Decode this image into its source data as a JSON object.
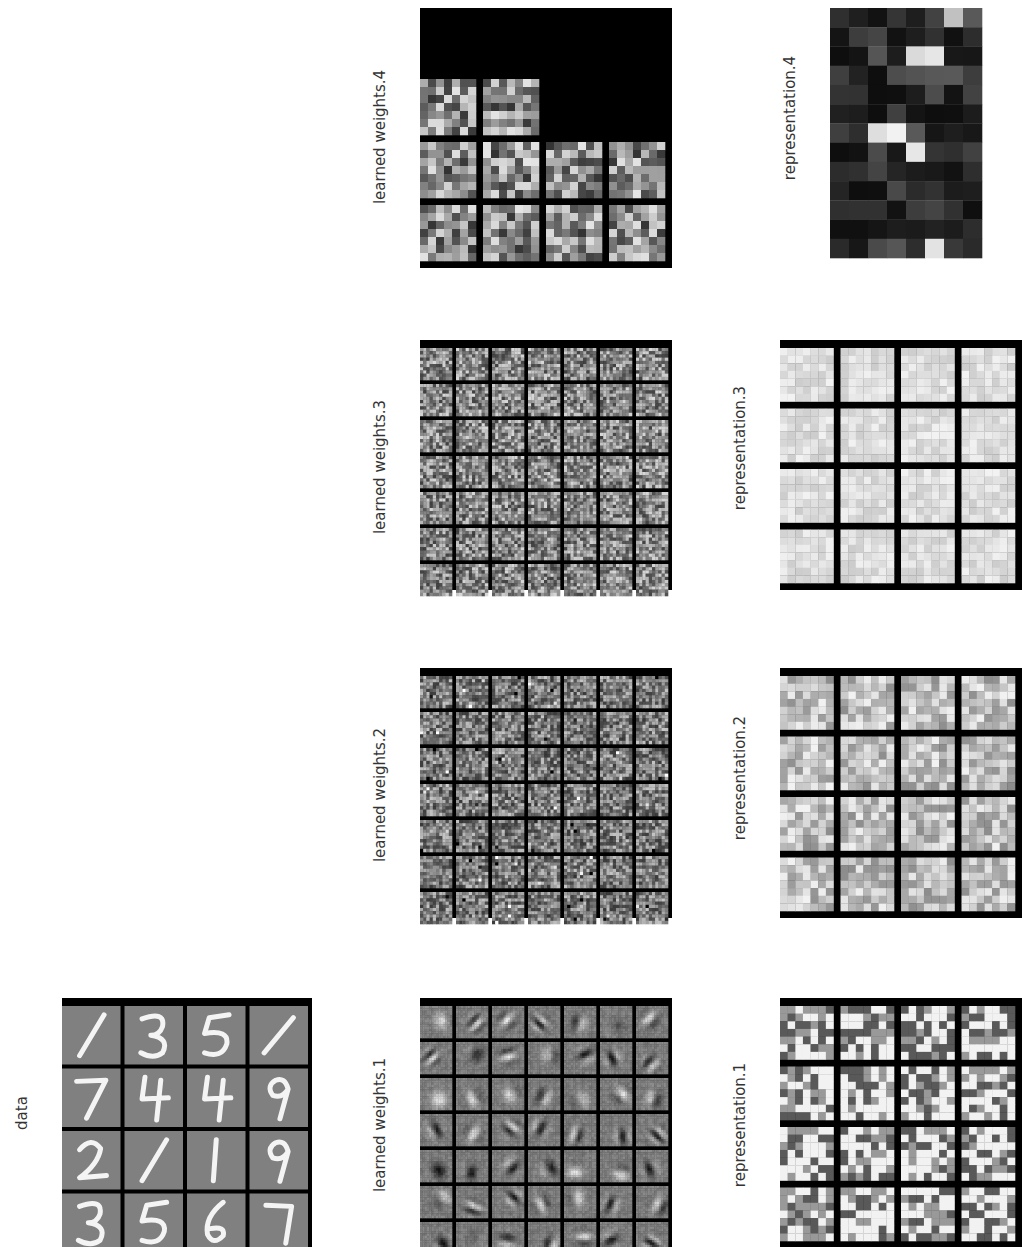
{
  "diagram": {
    "labels": [
      "learned weights.4",
      "representation.4",
      "learned weights.3",
      "representation.3",
      "learned weights.2",
      "representation.2",
      "data",
      "learned weights.1",
      "representation.1"
    ]
  }
}
